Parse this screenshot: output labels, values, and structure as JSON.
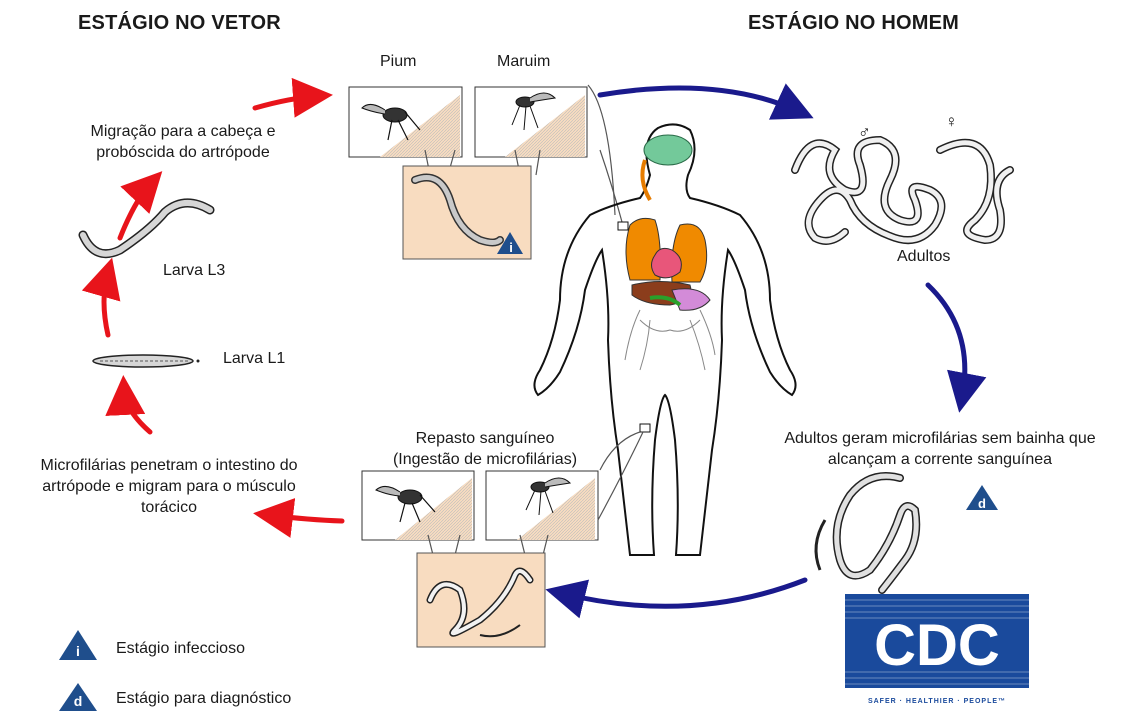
{
  "headers": {
    "vector_stage": "ESTÁGIO NO VETOR",
    "human_stage": "ESTÁGIO NO HOMEM"
  },
  "vectors": {
    "pium": "Pium",
    "maruim": "Maruim"
  },
  "vector_stage_labels": {
    "migration_line1": "Migração para a cabeça e",
    "migration_line2": "probóscida do artrópode",
    "larva_l3": "Larva L3",
    "larva_l1": "Larva L1",
    "penetrate_line1": "Microfilárias penetram o intestino do",
    "penetrate_line2": "artrópode e migram para o músculo",
    "penetrate_line3": "torácico"
  },
  "human_stage_labels": {
    "adults": "Adultos",
    "adults_generate_line1": "Adultos geram microfilárias sem bainha que",
    "adults_generate_line2": "alcançam a corrente sanguínea",
    "blood_meal_line1": "Repasto sanguíneo",
    "blood_meal_line2": "(Ingestão de microfilárias)"
  },
  "stage_markers": {
    "infective_letter": "i",
    "diagnostic_letter": "d"
  },
  "legend": {
    "infective": "Estágio infeccioso",
    "diagnostic": "Estágio para diagnóstico"
  },
  "logo": {
    "text": "CDC",
    "tagline": "SAFER · HEALTHIER · PEOPLE™"
  },
  "colors": {
    "vector_arrows": "#e8141b",
    "human_arrows": "#1a1a8c",
    "marker_blue": "#1f4e8c",
    "box_fill": "#f8dcc0",
    "cdc_blue": "#1a4a9c"
  }
}
